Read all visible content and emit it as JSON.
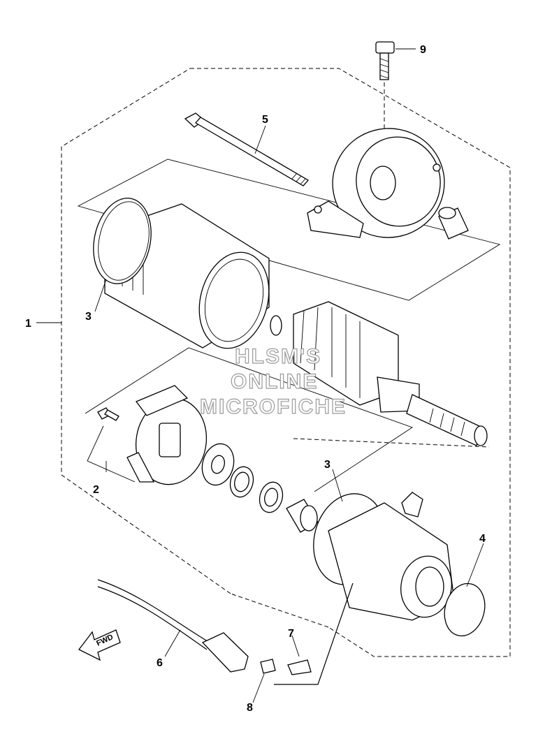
{
  "diagram": {
    "callouts": {
      "c1": "1",
      "c2": "2",
      "c3a": "3",
      "c3b": "3",
      "c4": "4",
      "c5": "5",
      "c6": "6",
      "c7": "7",
      "c8": "8",
      "c9": "9"
    },
    "watermark": {
      "line1": "HLSM'S",
      "line2": "ONLINE",
      "line3": "MICROFICHE"
    },
    "fwd_arrow": {
      "label": "FWD"
    }
  }
}
